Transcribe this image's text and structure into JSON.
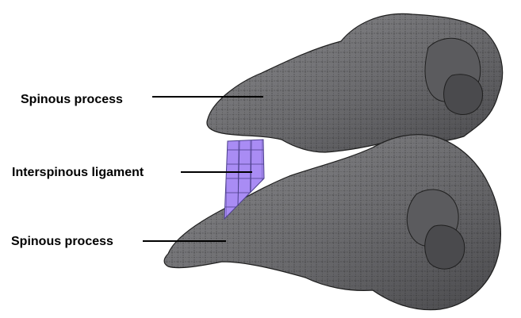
{
  "labels": {
    "spinous_process_top": "Spinous process",
    "interspinous_ligament": "Interspinous ligament",
    "spinous_process_bottom": "Spinous process"
  },
  "colors": {
    "bone_fill": "#6f6f72",
    "bone_mesh": "#1f1f1f",
    "ligament_fill": "#a98cf4",
    "ligament_mesh": "#4b3f8a",
    "leader_line": "#000000",
    "background": "#ffffff"
  }
}
